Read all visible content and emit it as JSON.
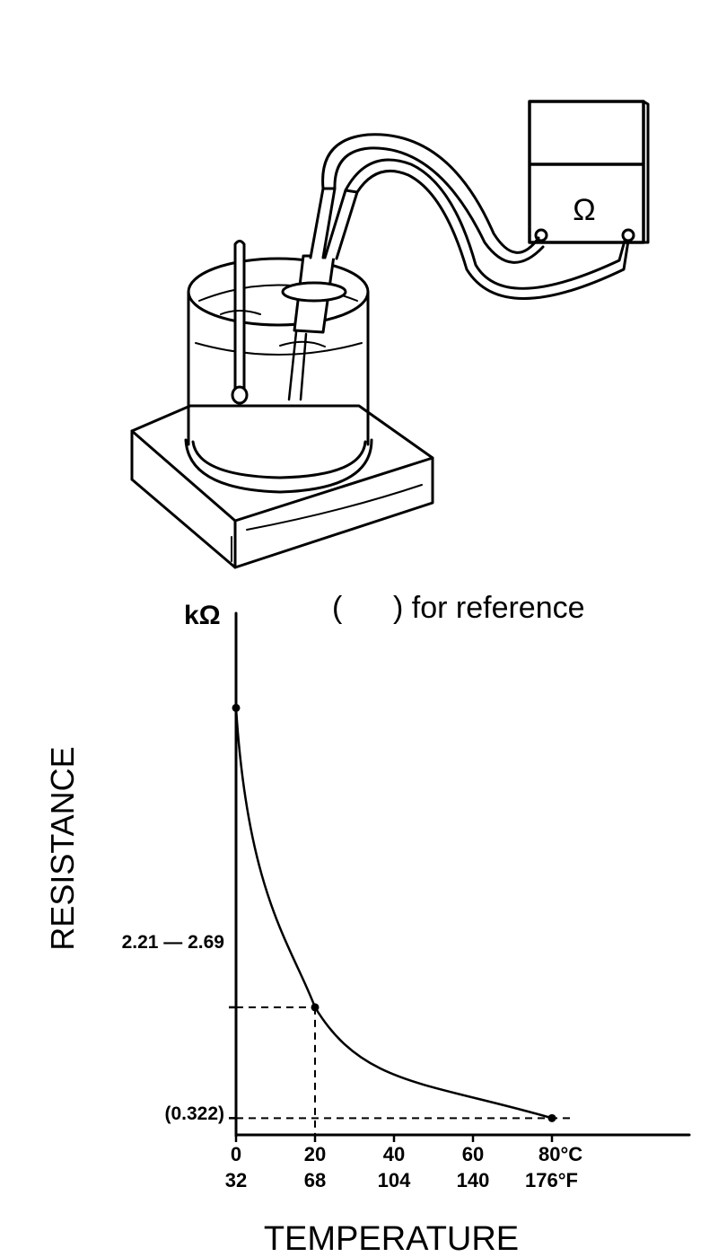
{
  "illustration": {
    "meter_symbol": "Ω"
  },
  "chart_data": {
    "type": "line",
    "ylabel_unit": "kΩ",
    "ylabel": "RESISTANCE",
    "xlabel": "TEMPERATURE",
    "note": "(      ) for reference",
    "x_ticks_c": [
      "0",
      "20",
      "40",
      "60",
      "80°C"
    ],
    "x_ticks_f": [
      "32",
      "68",
      "104",
      "140",
      "176°F"
    ],
    "y_labels": [
      "2.21 — 2.69",
      "(0.322)"
    ],
    "points": [
      {
        "x": 0,
        "y": 8.2
      },
      {
        "x": 20,
        "y": 2.45
      },
      {
        "x": 80,
        "y": 0.322
      }
    ],
    "xlim": [
      0,
      115
    ],
    "ylim": [
      0,
      9.2
    ]
  }
}
